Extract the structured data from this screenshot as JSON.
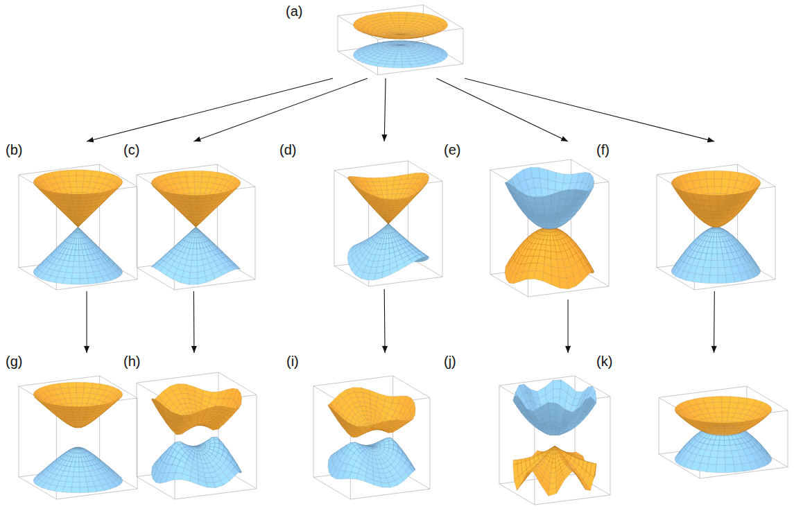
{
  "diagram": {
    "nodes": [
      {
        "text": [
          "(a)"
        ]
      },
      {
        "text": [
          "(b)"
        ]
      },
      {
        "text": [
          "(c)"
        ]
      },
      {
        "text": [
          "(d)"
        ]
      },
      {
        "text": [
          "(e)"
        ]
      },
      {
        "text": [
          "(f)"
        ]
      },
      {
        "text": [
          "(g)"
        ]
      },
      {
        "text": [
          "(h)"
        ]
      },
      {
        "text": [
          "(i)"
        ]
      },
      {
        "text": [
          "(j)"
        ]
      },
      {
        "text": [
          "(k)"
        ]
      }
    ],
    "edges": [
      {
        "from": 0,
        "to": 1,
        "arrow": "to"
      },
      {
        "from": 0,
        "to": 2,
        "arrow": "to"
      },
      {
        "from": 0,
        "to": 3,
        "arrow": "to"
      },
      {
        "from": 0,
        "to": 4,
        "arrow": "to"
      },
      {
        "from": 0,
        "to": 5,
        "arrow": "to"
      },
      {
        "from": 1,
        "to": 6,
        "arrow": "to"
      },
      {
        "from": 2,
        "to": 7,
        "arrow": "to"
      },
      {
        "from": 3,
        "to": 8,
        "arrow": "to"
      },
      {
        "from": 4,
        "to": 9,
        "arrow": "to"
      },
      {
        "from": 5,
        "to": 10,
        "arrow": "to"
      }
    ]
  }
}
